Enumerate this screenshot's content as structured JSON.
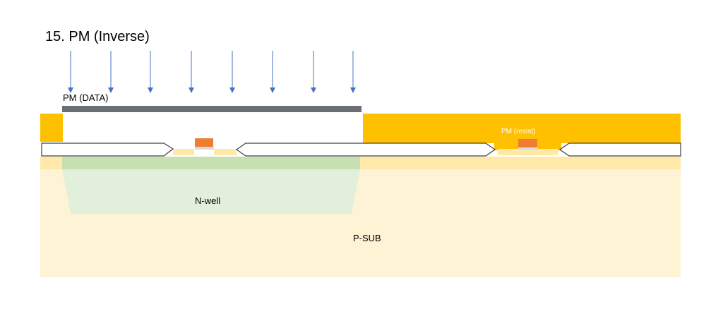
{
  "title": "15. PM (Inverse)",
  "labels": {
    "mask": "PM (DATA)",
    "resist": "PM (resist)",
    "nwell": "N-well",
    "psub": "P-SUB"
  },
  "colors": {
    "resist": "#FFC000",
    "substrate": "#FFF3D6",
    "substrate_top": "#FFE8A8",
    "nwell": "#E2EFDA",
    "nwell_top": "#C6E0B4",
    "mask_bar": "#6B6E76",
    "arrow": "#4472C4",
    "gate": "#ED7D31",
    "oxide_outline": "#404040",
    "resist_label": "#FFFFFF"
  }
}
